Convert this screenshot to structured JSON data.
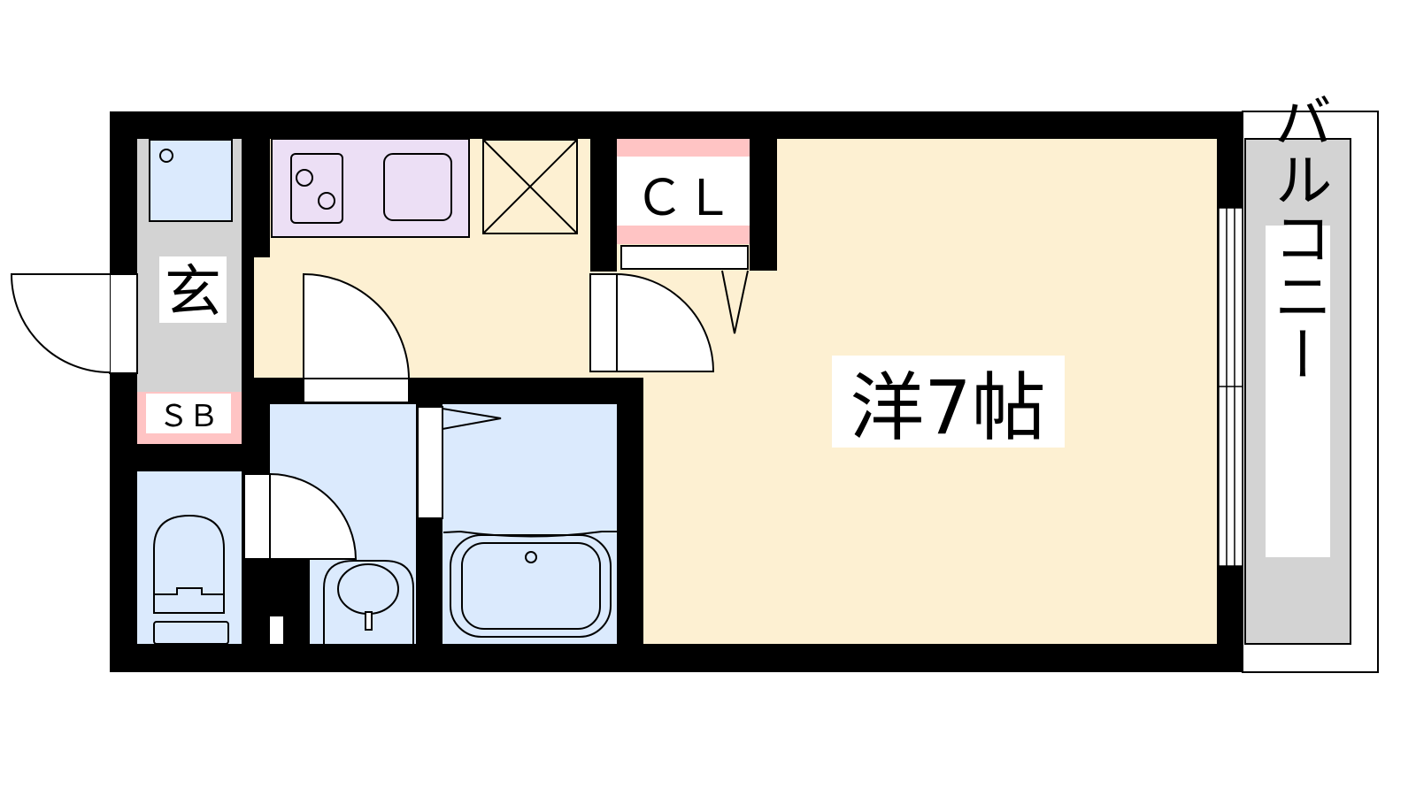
{
  "rooms": {
    "entrance": {
      "label": "玄"
    },
    "shoe_box": {
      "label": "ＳＢ"
    },
    "closet": {
      "label": "ＣＬ"
    },
    "western_room": {
      "label": "洋7帖"
    },
    "balcony": {
      "label": "バルコニー"
    }
  },
  "colors": {
    "wall": "#000000",
    "floor_room": "#fdf0d2",
    "floor_wet": "#dbeafd",
    "kitchen_counter": "#ecdff5",
    "entrance_floor": "#d3d3d3",
    "storage": "#ffc4c4",
    "balcony": "#d3d3d3"
  }
}
